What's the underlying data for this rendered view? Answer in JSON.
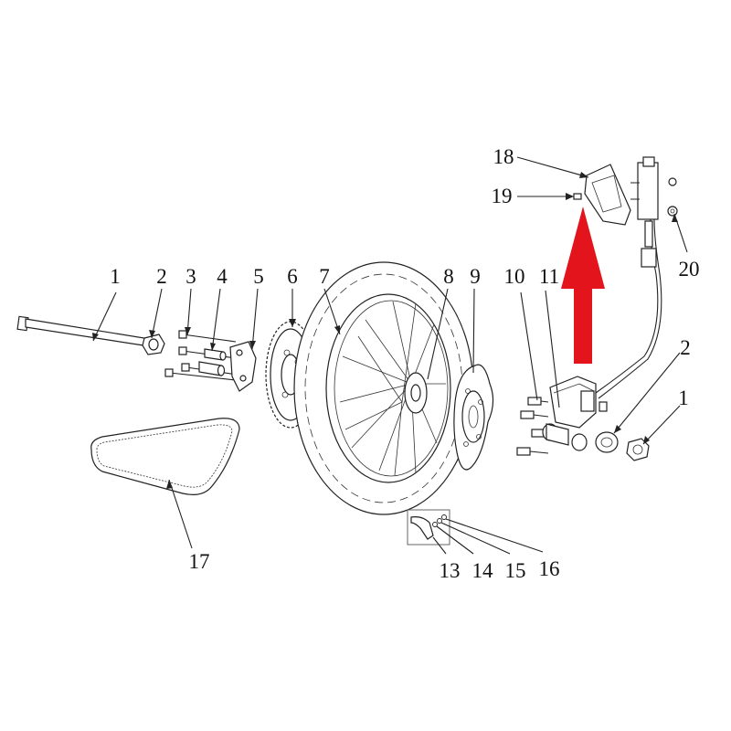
{
  "diagram": {
    "callouts": [
      {
        "id": "1",
        "label": "1"
      },
      {
        "id": "2",
        "label": "2"
      },
      {
        "id": "3",
        "label": "3"
      },
      {
        "id": "4",
        "label": "4"
      },
      {
        "id": "5",
        "label": "5"
      },
      {
        "id": "6",
        "label": "6"
      },
      {
        "id": "7",
        "label": "7"
      },
      {
        "id": "8",
        "label": "8"
      },
      {
        "id": "9",
        "label": "9"
      },
      {
        "id": "10",
        "label": "10"
      },
      {
        "id": "11",
        "label": "11"
      },
      {
        "id": "13",
        "label": "13"
      },
      {
        "id": "14",
        "label": "14"
      },
      {
        "id": "15",
        "label": "15"
      },
      {
        "id": "16",
        "label": "16"
      },
      {
        "id": "17",
        "label": "17"
      },
      {
        "id": "18",
        "label": "18"
      },
      {
        "id": "19",
        "label": "19"
      },
      {
        "id": "1b",
        "label": "1"
      },
      {
        "id": "2b",
        "label": "2"
      },
      {
        "id": "20",
        "label": "20"
      }
    ],
    "arrow": {
      "color": "#e3141b",
      "direction": "up"
    }
  }
}
